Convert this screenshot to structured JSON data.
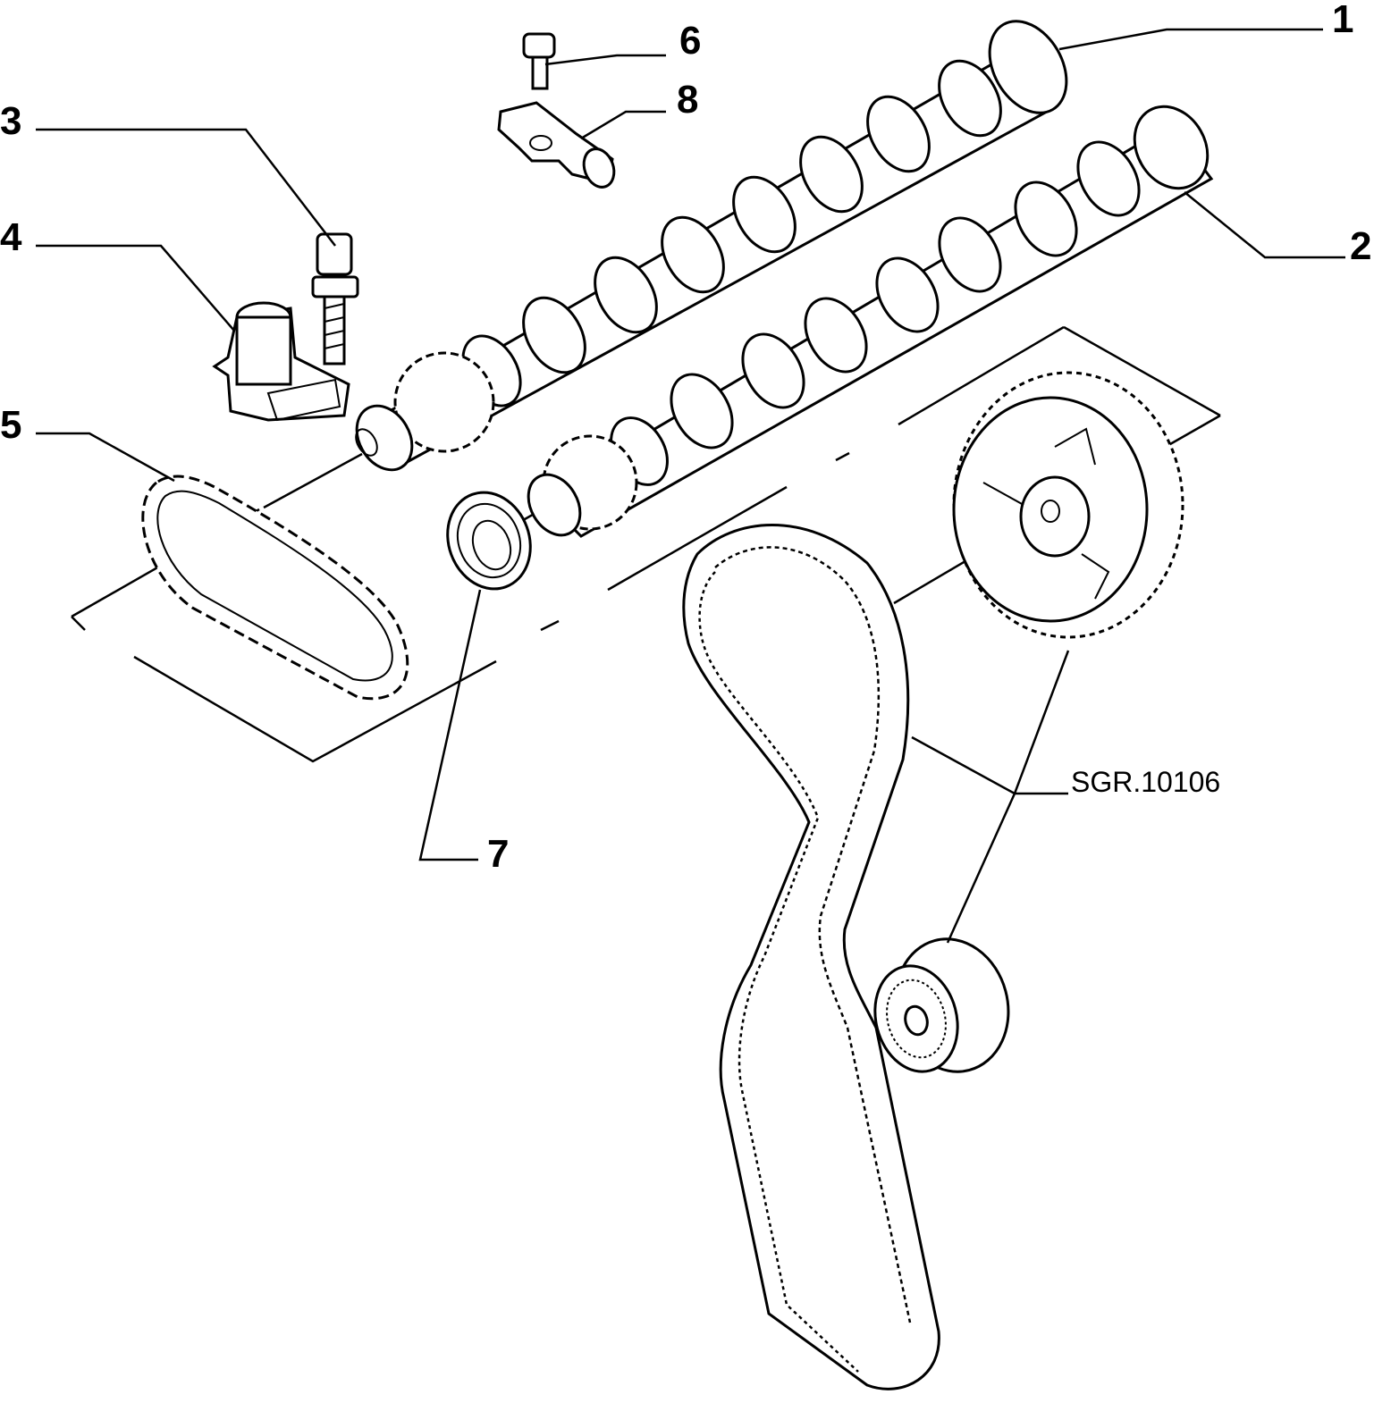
{
  "diagram": {
    "reference_code": "SGR.10106",
    "callouts": [
      "1",
      "2",
      "3",
      "4",
      "5",
      "6",
      "7",
      "8"
    ]
  }
}
